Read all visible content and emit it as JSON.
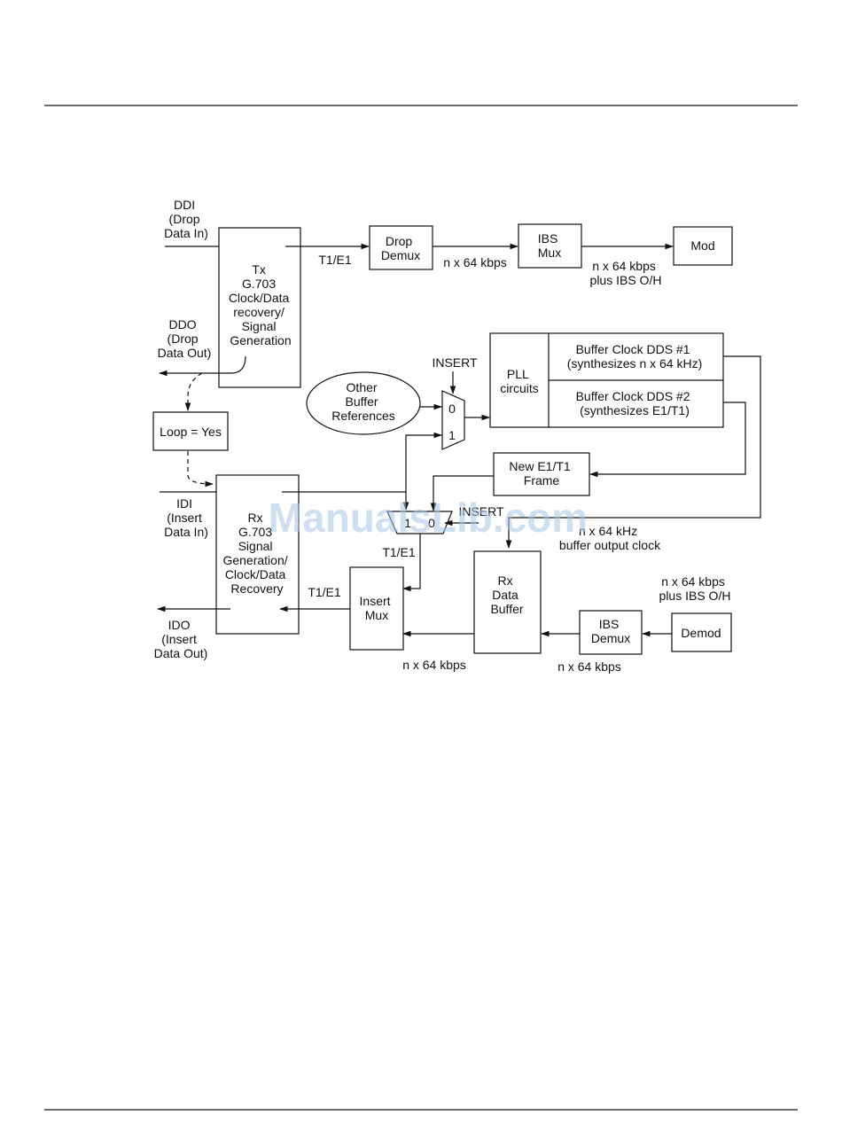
{
  "labels": {
    "ddi": [
      "DDI",
      "(Drop",
      "Data In)"
    ],
    "ddo": [
      "DDO",
      "(Drop",
      "Data Out)"
    ],
    "idi": [
      "IDI",
      "(Insert",
      "Data In)"
    ],
    "ido": [
      "IDO",
      "(Insert",
      "Data Out)"
    ],
    "tx_block": [
      "Tx",
      "G.703",
      "Clock/Data",
      "recovery/",
      "Signal",
      "Generation"
    ],
    "rx_block": [
      "Rx",
      "G.703",
      "Signal",
      "Generation/",
      "Clock/Data",
      "Recovery"
    ],
    "drop_demux": [
      "Drop",
      "Demux"
    ],
    "ibs_mux": [
      "IBS",
      "Mux"
    ],
    "mod": "Mod",
    "t1e1_top": "T1/E1",
    "nx64_top": "n x 64 kbps",
    "nx64_plus_ibs_top": [
      "n x 64 kbps",
      "plus IBS O/H"
    ],
    "insert_top": "INSERT",
    "pll": [
      "PLL",
      "circuits"
    ],
    "dds1": [
      "Buffer Clock DDS #1",
      "(synthesizes n x 64 kHz)"
    ],
    "dds2": [
      "Buffer Clock DDS #2",
      "(synthesizes E1/T1)"
    ],
    "other_refs": [
      "Other",
      "Buffer",
      "References"
    ],
    "mux_top_inputs": [
      "0",
      "1"
    ],
    "loop": "Loop = Yes",
    "new_frame": [
      "New E1/T1",
      "Frame"
    ],
    "insert_mid": "INSERT",
    "mux_mid_inputs": [
      "1",
      "0"
    ],
    "clock_out": [
      "n x 64 kHz",
      "buffer output clock"
    ],
    "t1e1_mid": "T1/E1",
    "t1e1_low": "T1/E1",
    "insert_mux": [
      "Insert",
      "Mux"
    ],
    "rx_buffer": [
      "Rx",
      "Data",
      "Buffer"
    ],
    "ibs_demux": [
      "IBS",
      "Demux"
    ],
    "demod": "Demod",
    "nx64_plus_ibs_low": [
      "n x 64 kbps",
      "plus IBS O/H"
    ],
    "nx64_bottom_left": "n x 64 kbps",
    "nx64_bottom_right": "n x 64 kbps"
  },
  "watermark": "ManualsLib.com"
}
